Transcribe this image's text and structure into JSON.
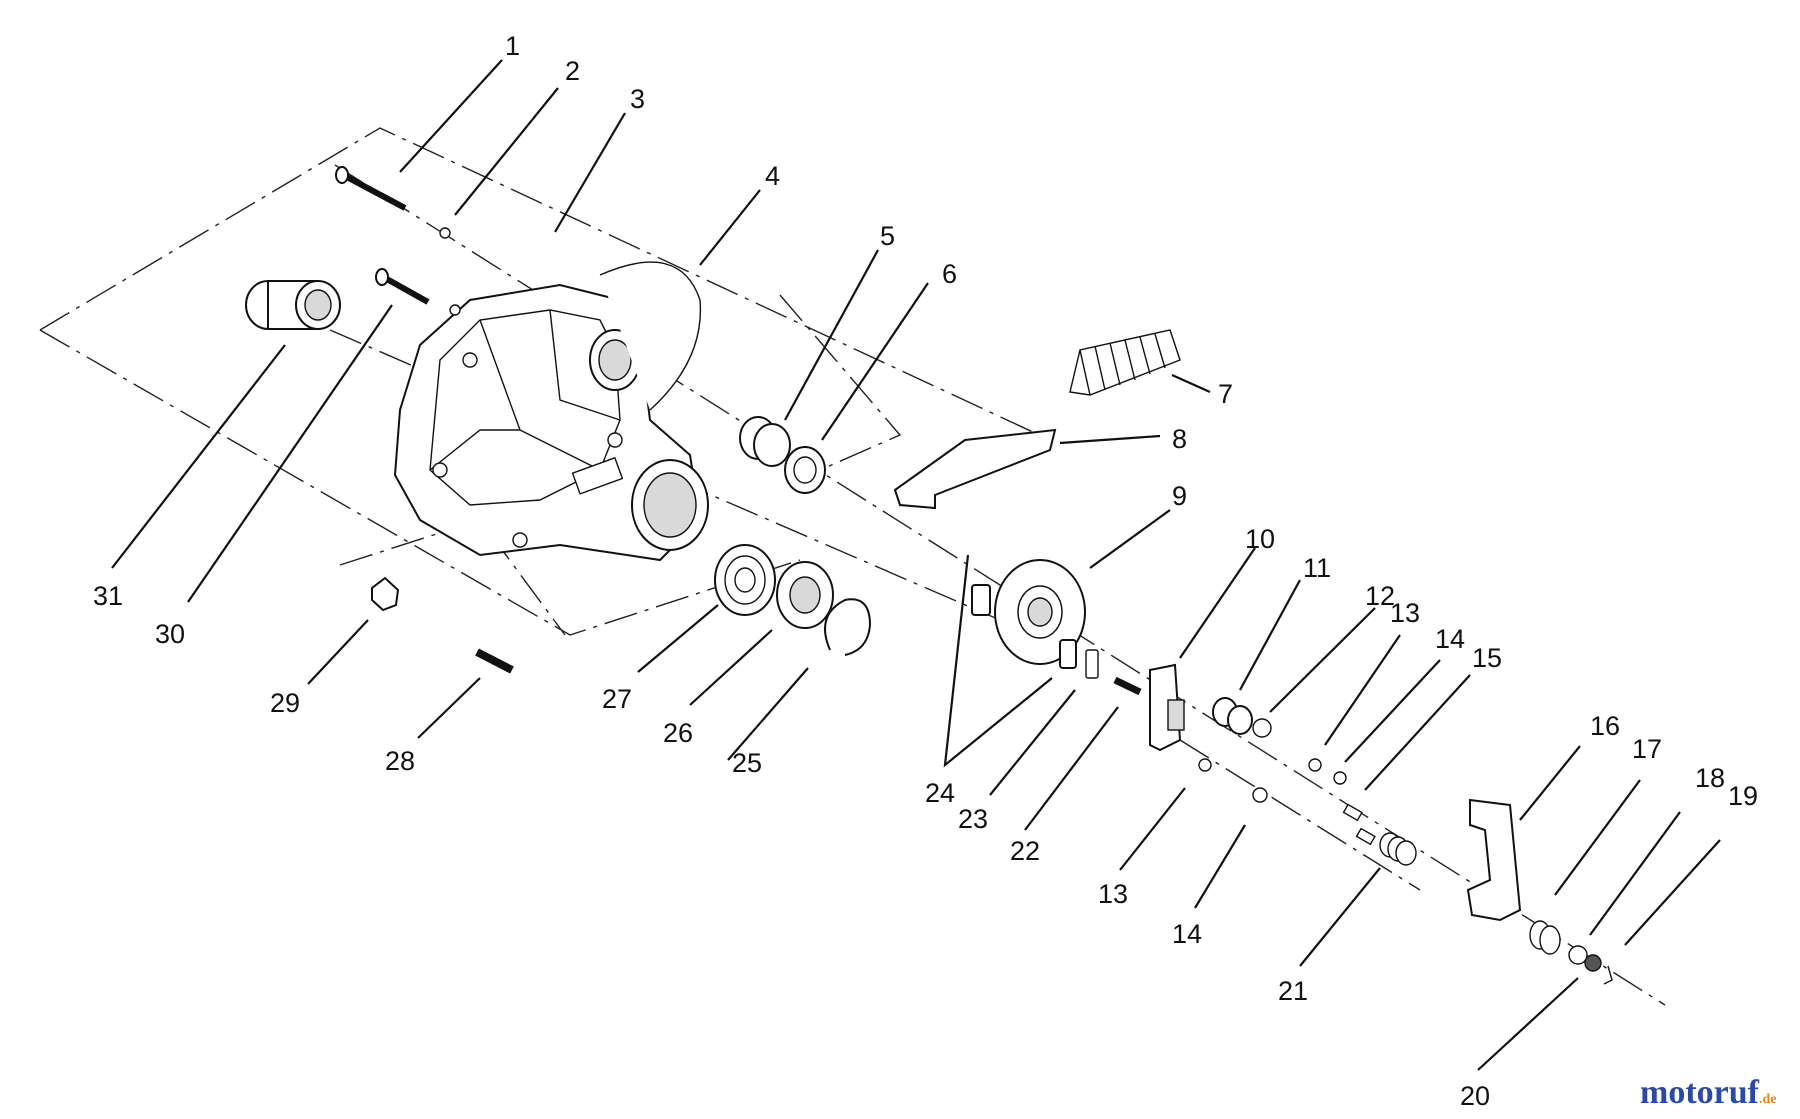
{
  "diagram": {
    "callouts": [
      "1",
      "2",
      "3",
      "4",
      "5",
      "6",
      "7",
      "8",
      "9",
      "10",
      "11",
      "12",
      "13",
      "14",
      "15",
      "16",
      "17",
      "18",
      "19",
      "20",
      "21",
      "22",
      "23",
      "24",
      "25",
      "26",
      "27",
      "28",
      "29",
      "30",
      "31",
      "13",
      "14"
    ]
  },
  "watermark": {
    "text_main": "motoruf",
    "text_tld": ".de",
    "color_blue": "#2b4aa8",
    "color_orange": "#e8841a"
  }
}
